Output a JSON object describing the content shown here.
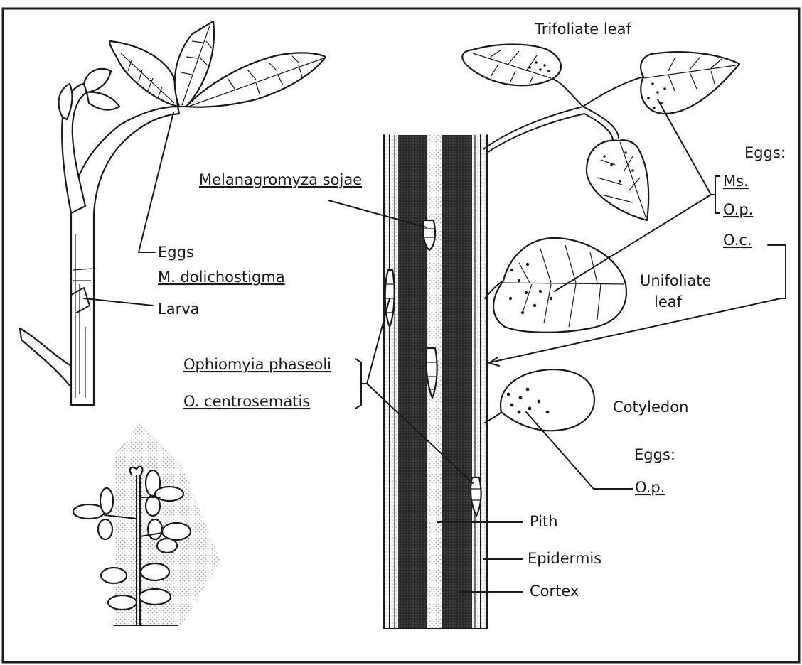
{
  "labels": {
    "trifoliate_leaf": "Trifoliate leaf",
    "eggs_right": "Eggs:",
    "ms": "Ms.",
    "op": "O.p.",
    "oc": "O.c.",
    "unifoliate_1": "Unifoliate",
    "unifoliate_2": "leaf",
    "melanagromyza": "Melanagromyza sojae",
    "eggs_left": "Eggs",
    "m_dolichostigma": "M. dolichostigma",
    "larva": "Larva",
    "ophiomyia": "Ophiomyia phaseoli",
    "o_centrosematis": "O. centrosematis",
    "cotyledon": "Cotyledon",
    "eggs_cotyledon": "Eggs:",
    "op_cotyledon": "O.p.",
    "pith": "Pith",
    "epidermis": "Epidermis",
    "cortex": "Cortex"
  }
}
